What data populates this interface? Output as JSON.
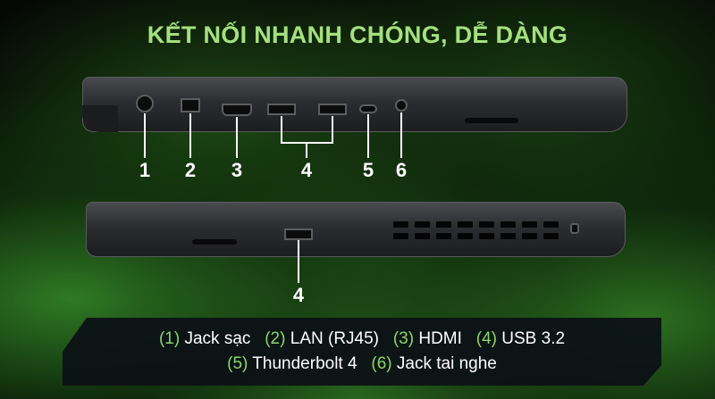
{
  "title": "KẾT NỐI NHANH CHÓNG, DỄ DÀNG",
  "callouts": [
    "1",
    "2",
    "3",
    "4",
    "5",
    "6"
  ],
  "bottom_callout": "4",
  "legend": [
    {
      "num": "(1)",
      "label": "Jack sạc"
    },
    {
      "num": "(2)",
      "label": "LAN (RJ45)"
    },
    {
      "num": "(3)",
      "label": "HDMI"
    },
    {
      "num": "(4)",
      "label": "USB 3.2"
    },
    {
      "num": "(5)",
      "label": "Thunderbolt 4"
    },
    {
      "num": "(6)",
      "label": "Jack tai nghe"
    }
  ],
  "colors": {
    "title": "#a4e07f",
    "legend_number": "#8bd66b",
    "background": "#050805"
  }
}
